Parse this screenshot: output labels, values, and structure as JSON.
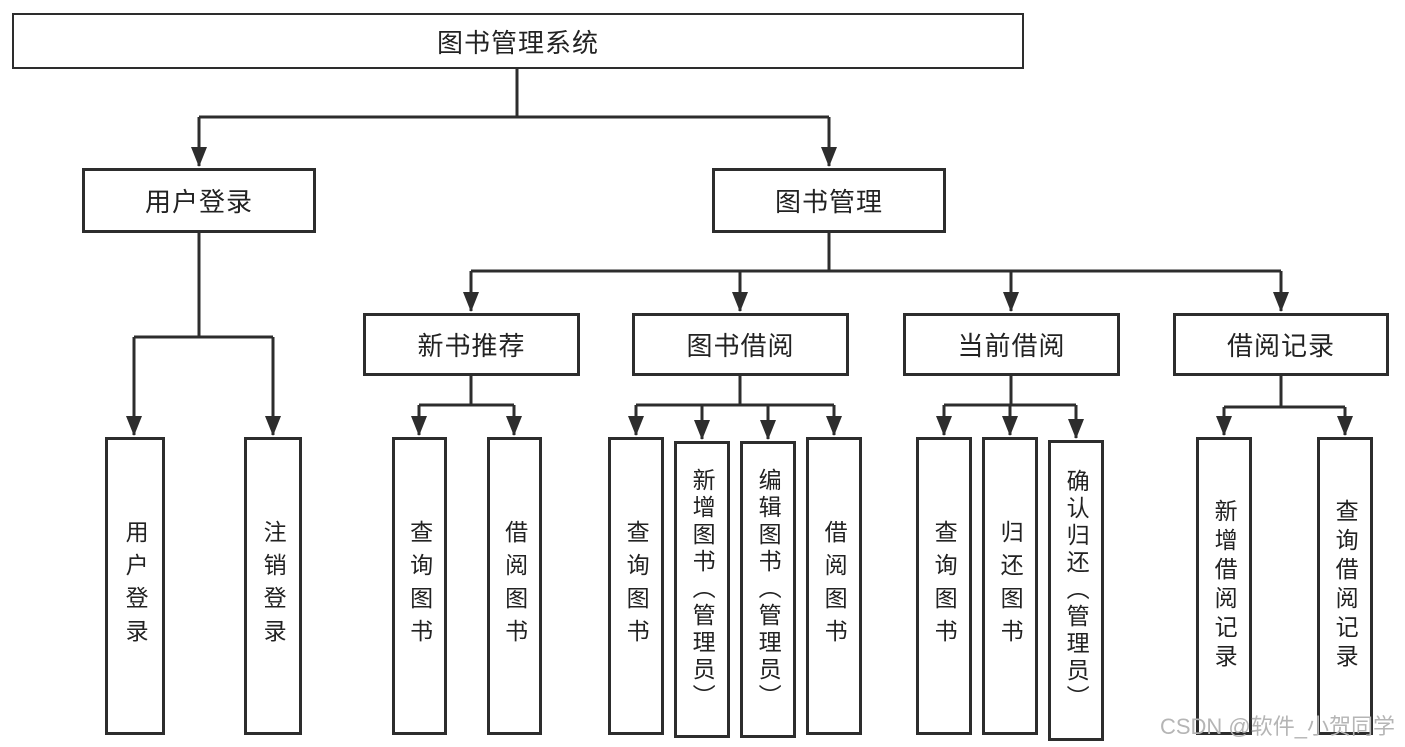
{
  "diagram": {
    "root": {
      "label": "图书管理系统"
    },
    "level2": [
      {
        "label": "用户登录"
      },
      {
        "label": "图书管理"
      }
    ],
    "level3": [
      {
        "label": "新书推荐"
      },
      {
        "label": "图书借阅"
      },
      {
        "label": "当前借阅"
      },
      {
        "label": "借阅记录"
      }
    ],
    "leaves": {
      "user_login": [
        "用户登录",
        "注销登录"
      ],
      "new_book": [
        "查询图书",
        "借阅图书"
      ],
      "book_borrow": [
        "查询图书",
        "新增图书（管理员）",
        "编辑图书（管理员）",
        "借阅图书"
      ],
      "current_borrow": [
        "查询图书",
        "归还图书",
        "确认归还（管理员）"
      ],
      "borrow_records": [
        "新增借阅记录",
        "查询借阅记录"
      ]
    }
  },
  "watermark": {
    "text": "CSDN @软件_小贺同学"
  },
  "colors": {
    "line": "#2d2d2d",
    "box_border": "#2d2d2d",
    "text": "#222222",
    "background": "#ffffff",
    "watermark": "#b5b5b5"
  }
}
